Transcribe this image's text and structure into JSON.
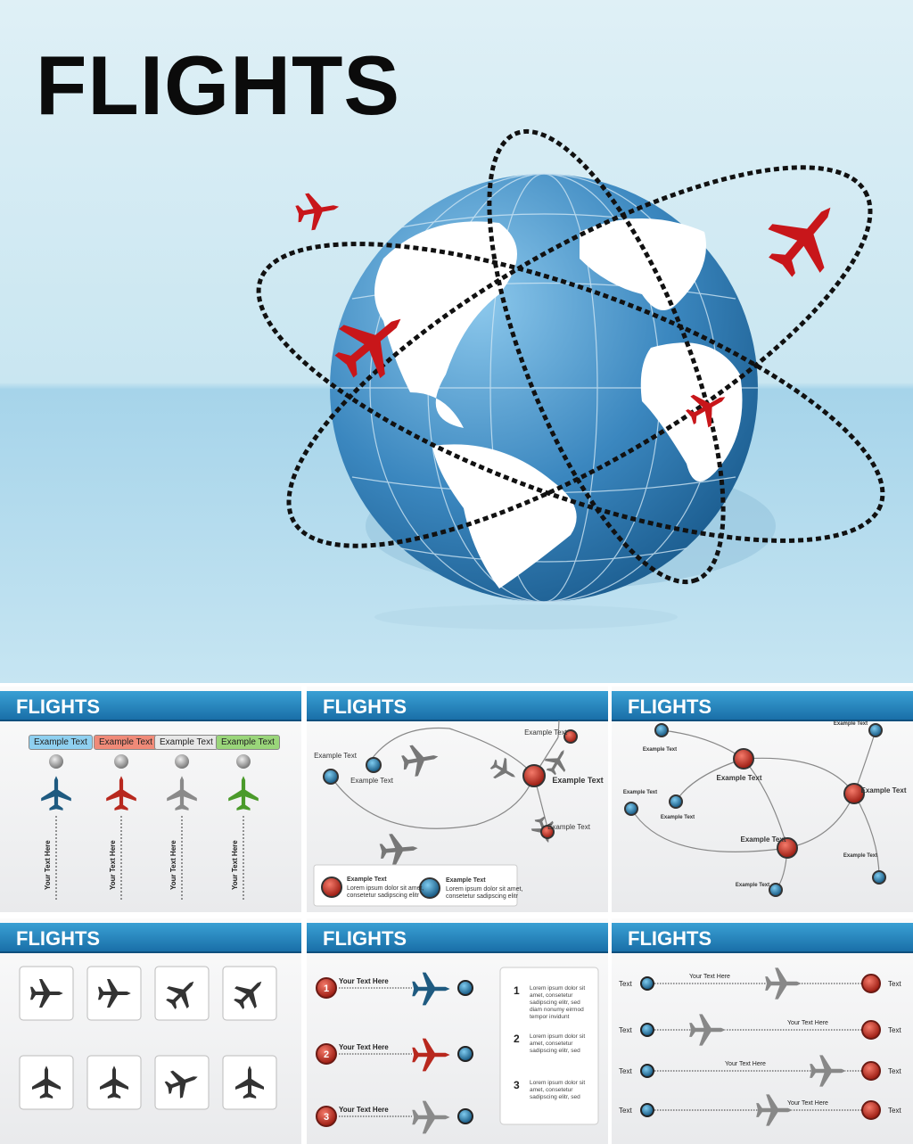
{
  "hero": {
    "title": "FLIGHTS"
  },
  "panels": [
    {
      "title": "FLIGHTS",
      "labels": [
        "Example Text",
        "Example Text",
        "Example Text",
        "Example Text"
      ],
      "label_colors": [
        "#8fd0f0",
        "#f08a78",
        "#e8e8e8",
        "#9ad67a"
      ],
      "plane_colors": [
        "#1e5a80",
        "#b8281e",
        "#8a8a8a",
        "#4a9a2a"
      ],
      "vertical": [
        "Your Text Here",
        "Your Text Here",
        "Your Text Here",
        "Your Text Here"
      ]
    },
    {
      "title": "FLIGHTS",
      "nodes": [
        "Example Text",
        "Example Text",
        "Example Text",
        "Example Text",
        "Example Text"
      ],
      "legend": [
        {
          "title": "Example Text",
          "body1": "Lorem ipsum dolor sit amet,",
          "body2": "consetetur sadipscing elitr"
        },
        {
          "title": "Example Text",
          "body1": "Lorem ipsum dolor sit amet,",
          "body2": "consetetur sadipscing elitr"
        }
      ]
    },
    {
      "title": "FLIGHTS",
      "nodes": [
        "Example Text",
        "Example Text",
        "Example Text",
        "Example Text",
        "Example Text",
        "Example Text",
        "Example Text",
        "Example Text",
        "Example Text"
      ]
    },
    {
      "title": "FLIGHTS",
      "icons": [
        "airliner-front-icon",
        "awacs-icon",
        "jet-diagonal-icon",
        "fighter-jet-icon",
        "fighter-front-icon",
        "stealth-jet-icon",
        "airliner-top-icon",
        "propeller-plane-icon"
      ]
    },
    {
      "title": "FLIGHTS",
      "rows": [
        {
          "num": "1",
          "label": "Your Text Here"
        },
        {
          "num": "2",
          "label": "Your Text Here"
        },
        {
          "num": "3",
          "label": "Your Text Here"
        }
      ],
      "list": [
        {
          "num": "1",
          "lines": [
            "Lorem ipsum dolor sit",
            "amet, consetetur",
            "sadipscing elitr, sed",
            "diam nonumy eirmod",
            "tempor invidunt"
          ]
        },
        {
          "num": "2",
          "lines": [
            "Lorem ipsum dolor sit",
            "amet, consetetur",
            "sadipscing elitr, sed"
          ]
        },
        {
          "num": "3",
          "lines": [
            "Lorem ipsum dolor sit",
            "amet, consetetur",
            "sadipscing elitr, sed"
          ]
        }
      ]
    },
    {
      "title": "FLIGHTS",
      "rows": [
        {
          "left": "Text",
          "mid": "Your Text Here",
          "right": "Text"
        },
        {
          "left": "Text",
          "mid": "Your Text Here",
          "right": "Text"
        },
        {
          "left": "Text",
          "mid": "Your Text Here",
          "right": "Text"
        },
        {
          "left": "Text",
          "mid": "Your Text Here",
          "right": "Text"
        }
      ]
    }
  ]
}
